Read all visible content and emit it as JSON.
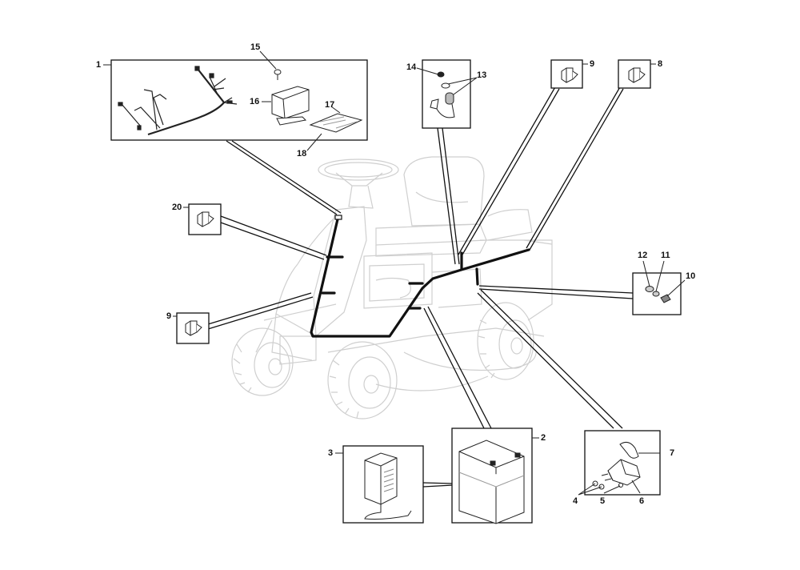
{
  "diagram": {
    "title": "Riding mower electrical components exploded view",
    "subject": "riding-lawn-mower",
    "callouts": [
      {
        "id": "1",
        "label": "1",
        "part": "wiring-harness"
      },
      {
        "id": "2",
        "label": "2",
        "part": "battery"
      },
      {
        "id": "3",
        "label": "3",
        "part": "battery-charger"
      },
      {
        "id": "4",
        "label": "4",
        "part": "nut"
      },
      {
        "id": "5",
        "label": "5",
        "part": "nut"
      },
      {
        "id": "6",
        "label": "6",
        "part": "starter-solenoid"
      },
      {
        "id": "7",
        "label": "7",
        "part": "solenoid-cover"
      },
      {
        "id": "8",
        "label": "8",
        "part": "safety-switch"
      },
      {
        "id": "9a",
        "label": "9",
        "part": "safety-switch"
      },
      {
        "id": "9b",
        "label": "9",
        "part": "safety-switch"
      },
      {
        "id": "10",
        "label": "10",
        "part": "fuse-holder"
      },
      {
        "id": "11",
        "label": "11",
        "part": "fuse"
      },
      {
        "id": "12",
        "label": "12",
        "part": "fuse"
      },
      {
        "id": "13",
        "label": "13",
        "part": "ignition-switch-nut"
      },
      {
        "id": "14",
        "label": "14",
        "part": "ignition-key"
      },
      {
        "id": "15",
        "label": "15",
        "part": "screw"
      },
      {
        "id": "16",
        "label": "16",
        "part": "control-module"
      },
      {
        "id": "17",
        "label": "17",
        "part": "circuit-board"
      },
      {
        "id": "18",
        "label": "18",
        "part": "screw"
      },
      {
        "id": "20",
        "label": "20",
        "part": "safety-switch"
      }
    ]
  }
}
